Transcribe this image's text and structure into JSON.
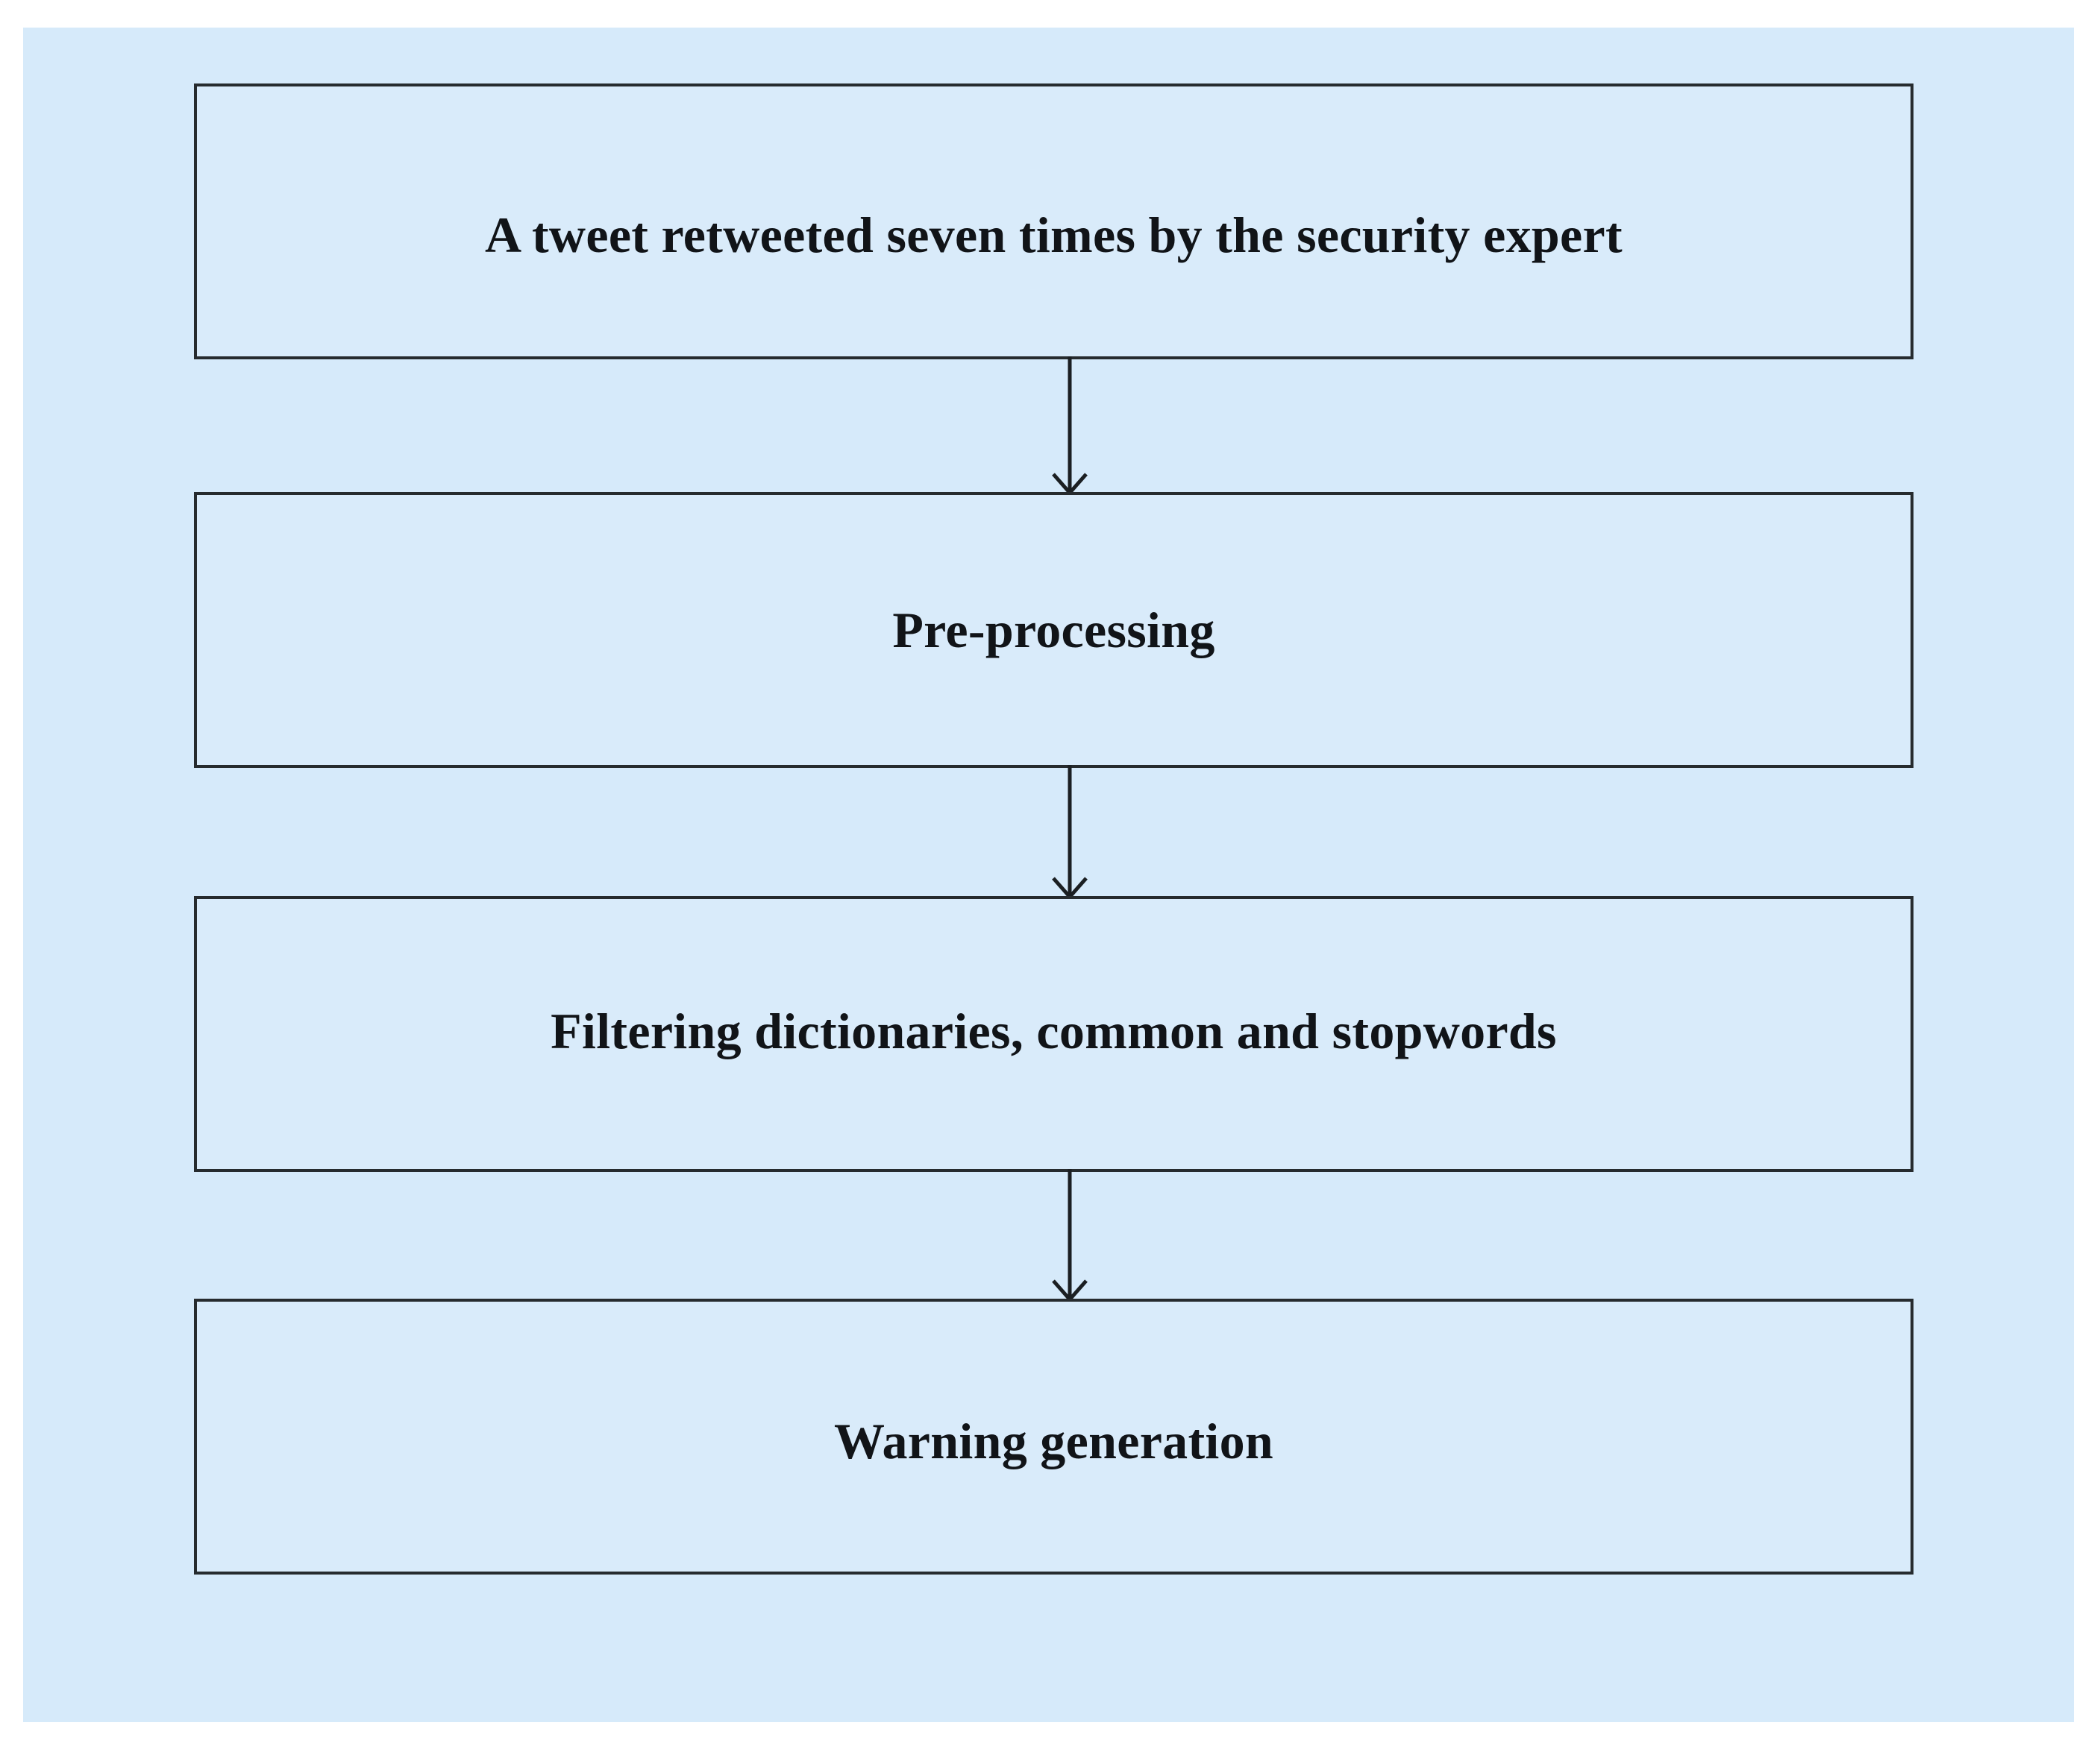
{
  "diagram": {
    "type": "flowchart",
    "orientation": "vertical-top-to-bottom",
    "background_color": "#d6eafa",
    "box_fill_color": "#d9ebfa",
    "box_border_color": "#262b2e",
    "text_color": "#111418",
    "nodes": [
      {
        "id": "node-1",
        "label": "A tweet retweeted seven times by the security expert"
      },
      {
        "id": "node-2",
        "label": "Pre-processing"
      },
      {
        "id": "node-3",
        "label": "Filtering dictionaries, common and stopwords"
      },
      {
        "id": "node-4",
        "label": "Warning generation"
      }
    ],
    "edges": [
      {
        "id": "edge-1",
        "from": "node-1",
        "to": "node-2",
        "style": "solid-arrow-down"
      },
      {
        "id": "edge-2",
        "from": "node-2",
        "to": "node-3",
        "style": "solid-arrow-down"
      },
      {
        "id": "edge-3",
        "from": "node-3",
        "to": "node-4",
        "style": "solid-arrow-down"
      }
    ]
  }
}
